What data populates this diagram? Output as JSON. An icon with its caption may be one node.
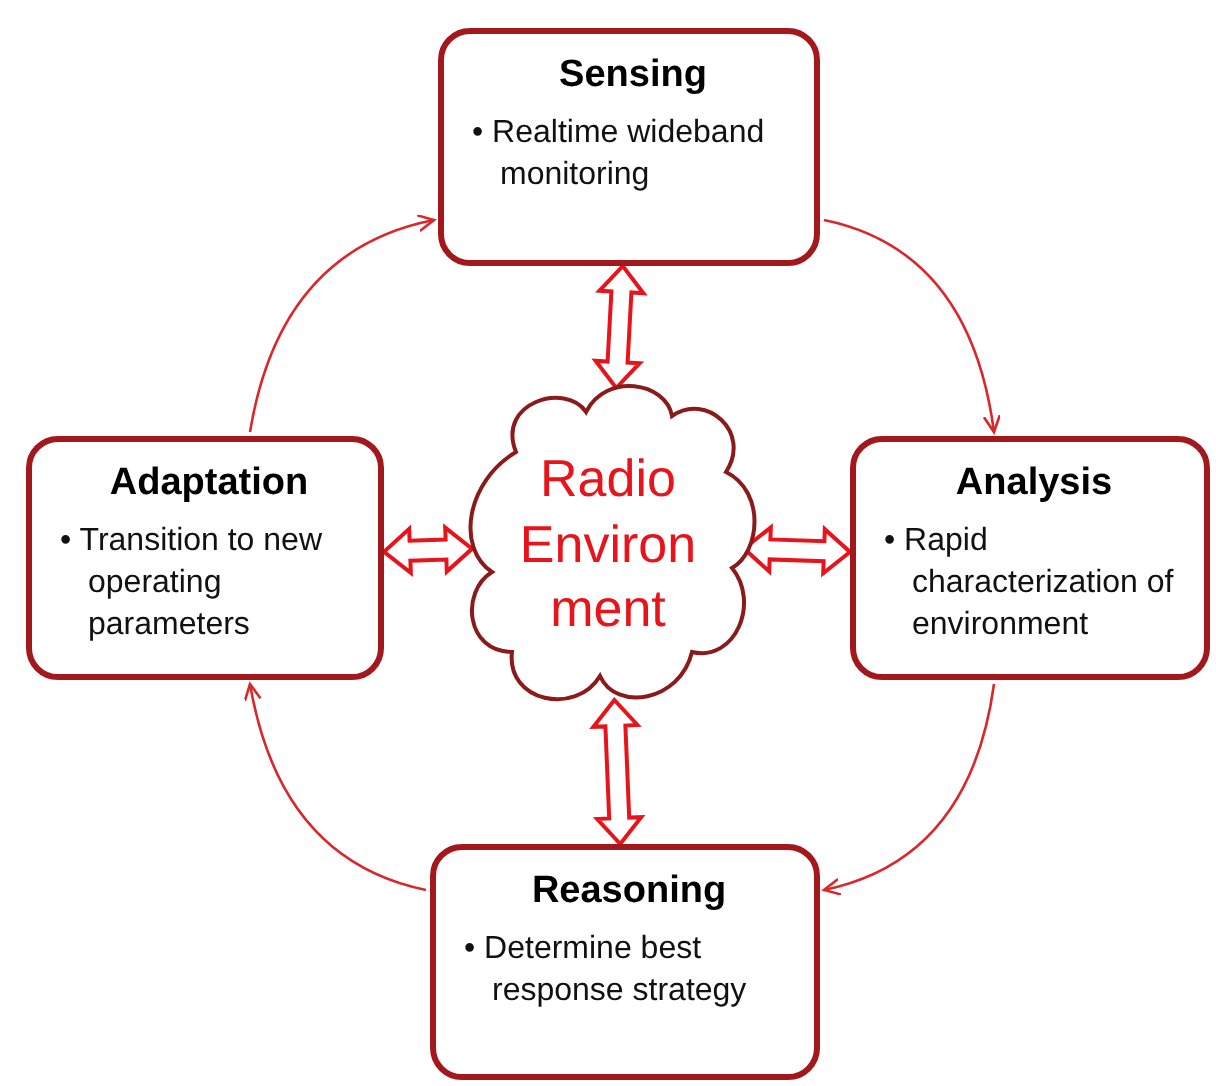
{
  "diagram": {
    "nodes": [
      {
        "text": [
          "Sensing",
          "• Realtime wideband monitoring"
        ]
      },
      {
        "text": [
          "Adaptation",
          "• Transition to new operating parameters"
        ]
      },
      {
        "text": [
          "Radio Environment"
        ]
      },
      {
        "text": [
          "Analysis",
          "• Rapid characterization of environment"
        ]
      },
      {
        "text": [
          "Reasoning",
          "• Determine best response strategy"
        ]
      }
    ],
    "edges": [
      {
        "from": 1,
        "to": 0,
        "arrow": "to"
      },
      {
        "from": 0,
        "to": 3,
        "arrow": "to"
      },
      {
        "from": 3,
        "to": 4,
        "arrow": "to"
      },
      {
        "from": 4,
        "to": 1,
        "arrow": "to"
      },
      {
        "from": 2,
        "to": 0,
        "arrow": "both",
        "style": "thick"
      },
      {
        "from": 2,
        "to": 3,
        "arrow": "both",
        "style": "thick"
      },
      {
        "from": 2,
        "to": 4,
        "arrow": "both",
        "style": "thick"
      },
      {
        "from": 2,
        "to": 1,
        "arrow": "both",
        "style": "thick"
      }
    ]
  }
}
